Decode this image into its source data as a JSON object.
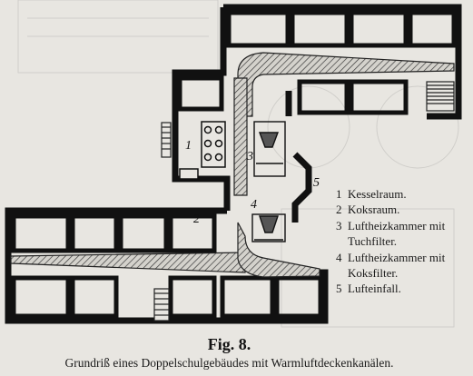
{
  "legend": [
    {
      "num": "1",
      "text": "Kesselraum."
    },
    {
      "num": "2",
      "text": "Koksraum."
    },
    {
      "num": "3",
      "text": "Luftheizkammer mit",
      "cont": "Tuchfilter."
    },
    {
      "num": "4",
      "text": "Luftheizkammer mit",
      "cont": "Koksfilter."
    },
    {
      "num": "5",
      "text": "Lufteinfall."
    }
  ],
  "plan_labels": {
    "n1": "1",
    "n2": "2",
    "n3": "3",
    "n4": "4",
    "n5": "5"
  },
  "caption": {
    "title": "Fig. 8.",
    "subtitle": "Grundriß eines Doppelschulgebäudes mit Warmluftdeckenkanälen."
  }
}
